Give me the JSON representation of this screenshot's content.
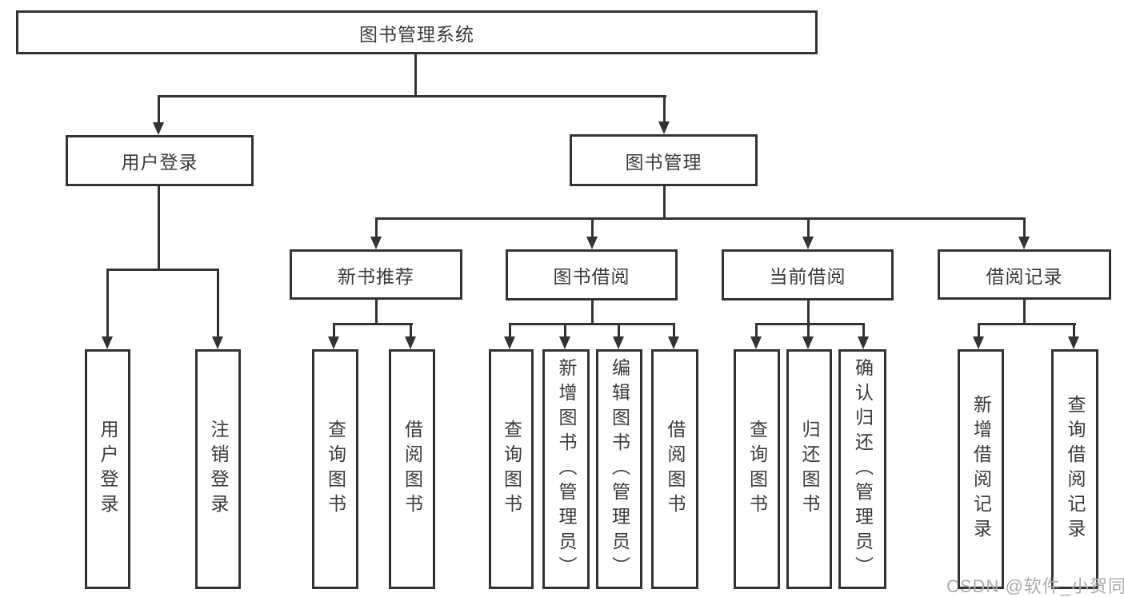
{
  "diagram": {
    "root": {
      "label": "图书管理系统"
    },
    "level2": [
      {
        "label": "用户登录"
      },
      {
        "label": "图书管理"
      }
    ],
    "level3": [
      {
        "label": "新书推荐"
      },
      {
        "label": "图书借阅"
      },
      {
        "label": "当前借阅"
      },
      {
        "label": "借阅记录"
      }
    ],
    "leaves": {
      "user_login": [
        "用户登录",
        "注销登录"
      ],
      "new_book": [
        "查询图书",
        "借阅图书"
      ],
      "book_borrow": [
        "查询图书",
        "新增图书（管理员）",
        "编辑图书（管理员）",
        "借阅图书"
      ],
      "current_borrow": [
        "查询图书",
        "归还图书",
        "确认归还（管理员）"
      ],
      "borrow_record": [
        "新增借阅记录",
        "查询借阅记录"
      ]
    }
  },
  "watermark": {
    "text": "CSDN @软件_小贺同学"
  },
  "colors": {
    "line": "#333333",
    "text": "#3a3a3a",
    "watermark": "#ababab",
    "background": "#ffffff"
  }
}
